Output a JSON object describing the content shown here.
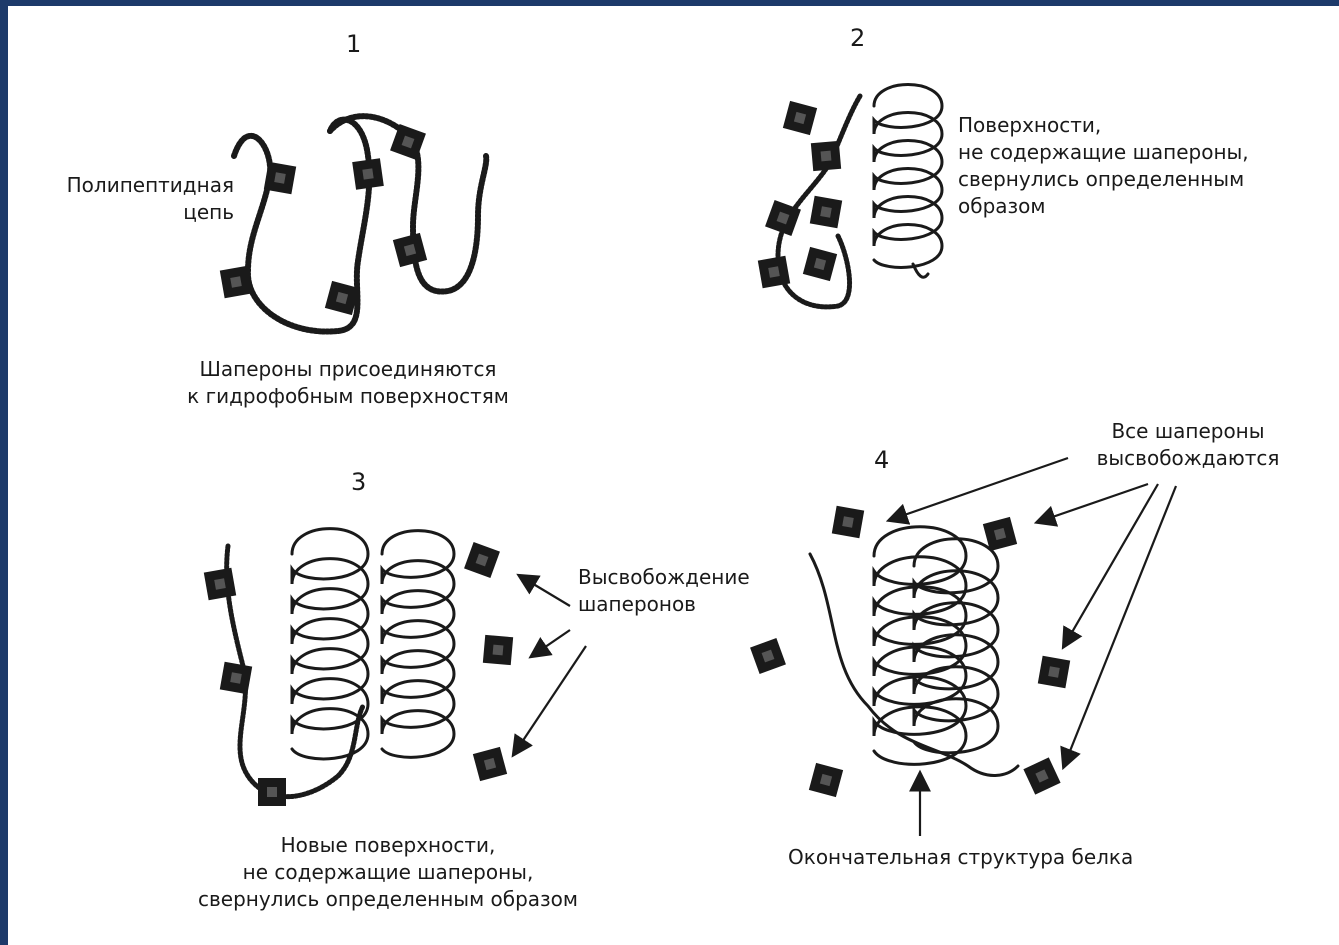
{
  "panels": [
    {
      "number": "1",
      "labels": {
        "chain": [
          "Полипептидная",
          "цепь"
        ],
        "caption": [
          "Шапероны присоединяются",
          "к гидрофобным поверхностям"
        ]
      }
    },
    {
      "number": "2",
      "labels": {
        "caption": [
          "Поверхности,",
          "не содержащие шапероны,",
          "свернулись определенным",
          "образом"
        ]
      }
    },
    {
      "number": "3",
      "labels": {
        "release": [
          "Высвобождение",
          "шаперонов"
        ],
        "caption": [
          "Новые поверхности,",
          "не содержащие шапероны,",
          "свернулись определенным образом"
        ]
      }
    },
    {
      "number": "4",
      "labels": {
        "release_all": [
          "Все шапероны",
          "высвобождаются"
        ],
        "final": "Окончательная структура белка"
      }
    }
  ],
  "colors": {
    "background": "#1d3a6a",
    "canvas": "#ffffff",
    "ink": "#1a1a1a"
  },
  "icons": [
    "chaperone-square-icon",
    "arrow-icon"
  ]
}
